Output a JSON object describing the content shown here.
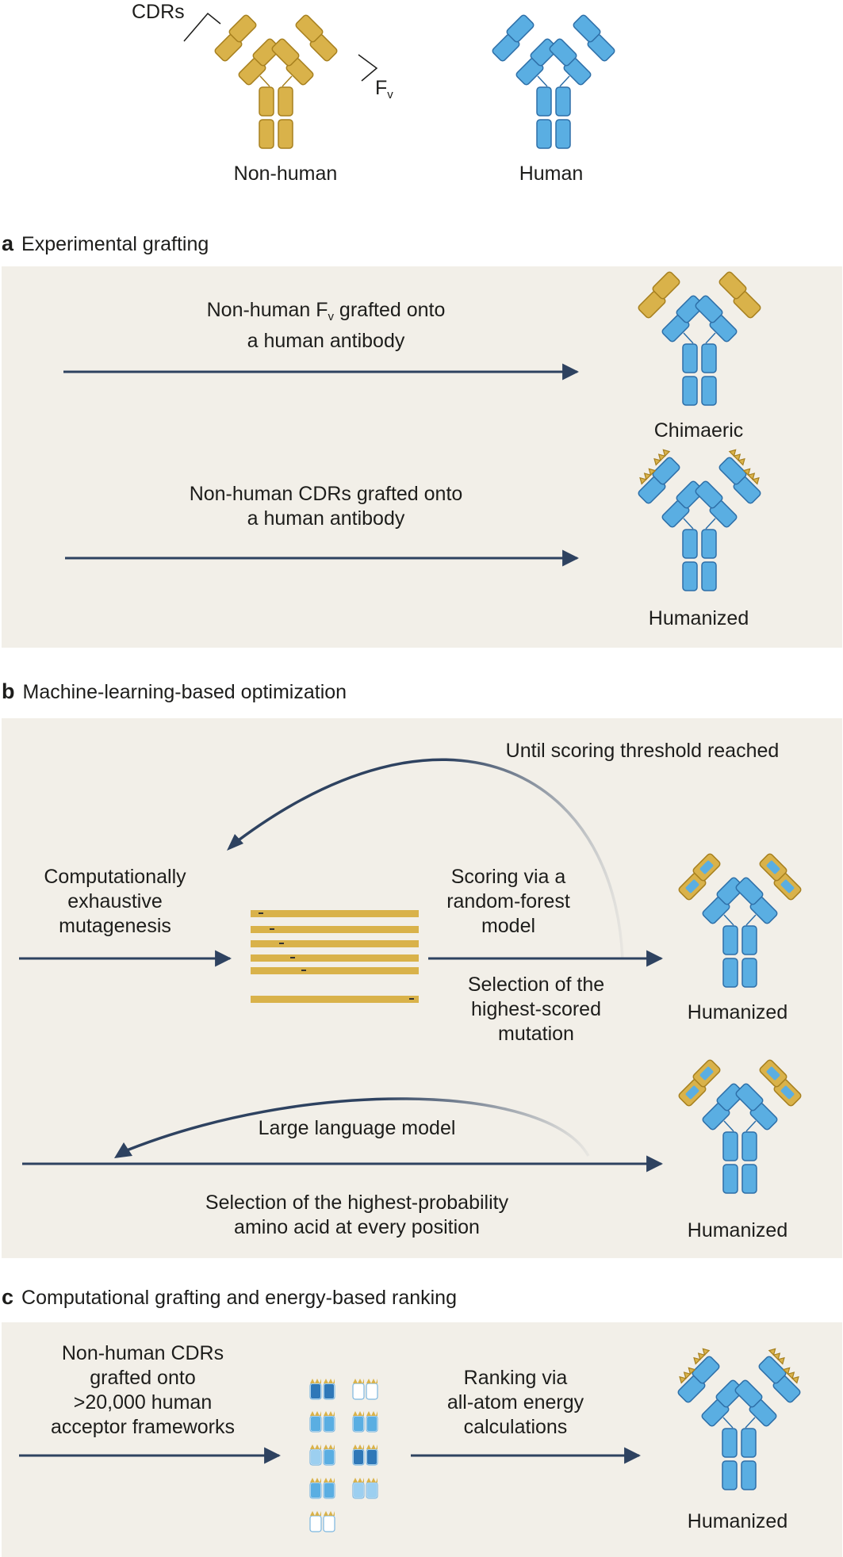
{
  "legend": {
    "cdrs_label": "CDRs",
    "fv_label": "F",
    "fv_sub": "v",
    "nonhuman_label": "Non-human",
    "human_label": "Human"
  },
  "panel_a": {
    "letter": "a",
    "title": "Experimental grafting",
    "row1_line1_pre": "Non-human F",
    "row1_line1_sub": "v",
    "row1_line1_post": " grafted onto",
    "row1_line2": "a human antibody",
    "row1_result": "Chimaeric",
    "row2_line1": "Non-human CDRs grafted onto",
    "row2_line2": "a human antibody",
    "row2_result": "Humanized"
  },
  "panel_b": {
    "letter": "b",
    "title": "Machine-learning-based optimization",
    "loop_label": "Until scoring threshold reached",
    "mutagenesis_1": "Computationally",
    "mutagenesis_2": "exhaustive",
    "mutagenesis_3": "mutagenesis",
    "scoring_1": "Scoring via a",
    "scoring_2": "random-forest",
    "scoring_3": "model",
    "selection_1": "Selection of the",
    "selection_2": "highest-scored",
    "selection_3": "mutation",
    "result1": "Humanized",
    "llm_label": "Large language model",
    "llm_sel_1": "Selection of the highest-probability",
    "llm_sel_2": "amino acid at every position",
    "result2": "Humanized"
  },
  "panel_c": {
    "letter": "c",
    "title": "Computational grafting and energy-based ranking",
    "graft_1": "Non-human CDRs",
    "graft_2": "grafted onto",
    "graft_3": ">20,000 human",
    "graft_4": "acceptor frameworks",
    "rank_1": "Ranking via",
    "rank_2": "all-atom energy",
    "rank_3": "calculations",
    "result": "Humanized"
  },
  "colors": {
    "gold": "#d9b24a",
    "blue": "#5aaee2",
    "navy": "#2e4260",
    "panel_bg": "#f2efe8"
  }
}
